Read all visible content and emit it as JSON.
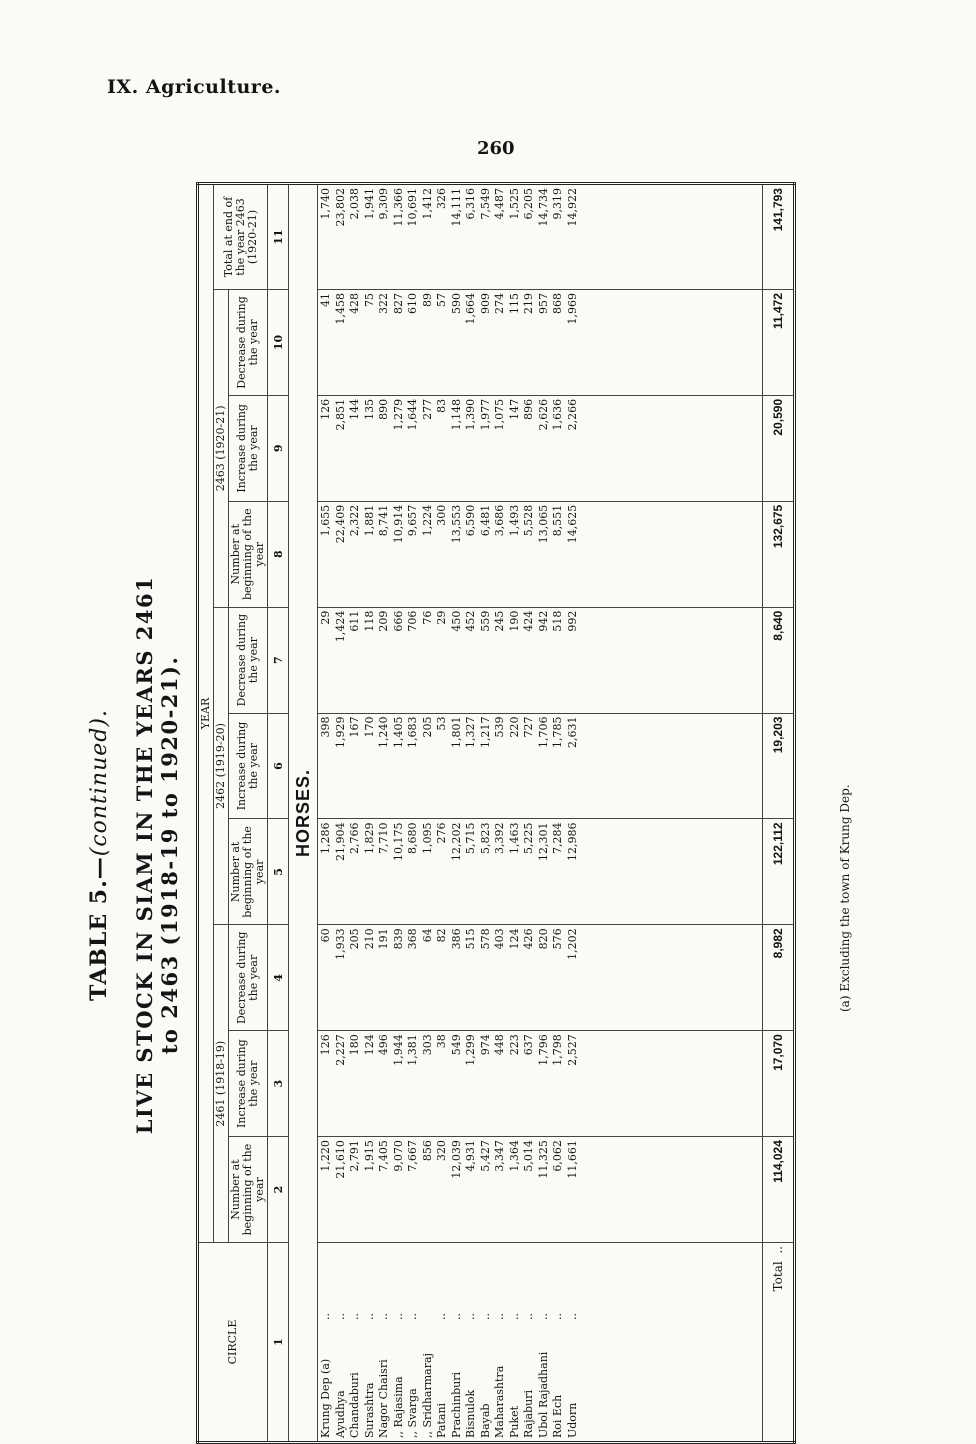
{
  "section_title": "IX. Agriculture.",
  "page_number": "260",
  "table_label": "TABLE 5.—",
  "table_label_continued": "(continued).",
  "table_title": "LIVE STOCK IN SIAM IN THE YEARS 2461 to 2463 (1918-19 to 1920-21).",
  "footnote": "(a)  Excluding the town of Krung Dep.",
  "headers": {
    "circle": "CIRCLE",
    "year": "YEAR",
    "y2461": "2461 (1918-19)",
    "y2462": "2462 (1919-20)",
    "y2463": "2463 (1920-21)",
    "total_end": "Total at end of the year 2463 (1920-21)",
    "number_beginning": "Number at beginning of the year",
    "increase": "Increase during the year",
    "decrease": "Decrease during the year",
    "col_index": [
      "1",
      "2",
      "3",
      "4",
      "5",
      "6",
      "7",
      "8",
      "9",
      "10",
      "11"
    ]
  },
  "band_label": "HORSES.",
  "circles": [
    "Krung Dep (a)",
    "Ayudhya",
    "Chandaburi",
    "Surashtra",
    "Nagor Chaisri",
    ",,  Rajasima",
    ",,  Svarga",
    ",,  Sridharmaraj",
    "Patani",
    "Prachinburi",
    "Bisnulok",
    "Bayab",
    "Maharashtra",
    "Puket",
    "Rajaburi",
    "Ubol Rajadhani",
    "Roi Ech",
    "Udorn"
  ],
  "circle_dots": [
    "..",
    "..",
    "..",
    "..",
    "..",
    "..",
    "..",
    "",
    "..",
    "..",
    "..",
    "..",
    "..",
    "..",
    "..",
    "..",
    "..",
    ".."
  ],
  "columns": {
    "c2": [
      "1,220",
      "21,610",
      "2,791",
      "1,915",
      "7,405",
      "9,070",
      "7,667",
      "856",
      "320",
      "12,039",
      "4,931",
      "5,427",
      "3,347",
      "1,364",
      "5,014",
      "11,325",
      "6,062",
      "11,661"
    ],
    "c3": [
      "126",
      "2,227",
      "180",
      "124",
      "496",
      "1,944",
      "1,381",
      "303",
      "38",
      "549",
      "1,299",
      "974",
      "448",
      "223",
      "637",
      "1,796",
      "1,798",
      "2,527"
    ],
    "c4": [
      "60",
      "1,933",
      "205",
      "210",
      "191",
      "839",
      "368",
      "64",
      "82",
      "386",
      "515",
      "578",
      "403",
      "124",
      "426",
      "820",
      "576",
      "1,202"
    ],
    "c5": [
      "1,286",
      "21,904",
      "2,766",
      "1,829",
      "7,710",
      "10,175",
      "8,680",
      "1,095",
      "276",
      "12,202",
      "5,715",
      "5,823",
      "3,392",
      "1,463",
      "5,225",
      "12,301",
      "7,284",
      "12,986"
    ],
    "c6": [
      "398",
      "1,929",
      "167",
      "170",
      "1,240",
      "1,405",
      "1,683",
      "205",
      "53",
      "1,801",
      "1,327",
      "1,217",
      "539",
      "220",
      "727",
      "1,706",
      "1,785",
      "2,631"
    ],
    "c7": [
      "29",
      "1,424",
      "611",
      "118",
      "209",
      "666",
      "706",
      "76",
      "29",
      "450",
      "452",
      "559",
      "245",
      "190",
      "424",
      "942",
      "518",
      "992"
    ],
    "c8": [
      "1,655",
      "22,409",
      "2,322",
      "1,881",
      "8,741",
      "10,914",
      "9,657",
      "1,224",
      "300",
      "13,553",
      "6,590",
      "6,481",
      "3,686",
      "1,493",
      "5,528",
      "13,065",
      "8,551",
      "14,625"
    ],
    "c9": [
      "126",
      "2,851",
      "144",
      "135",
      "890",
      "1,279",
      "1,644",
      "277",
      "83",
      "1,148",
      "1,390",
      "1,977",
      "1,075",
      "147",
      "896",
      "2,626",
      "1,636",
      "2,266"
    ],
    "c10": [
      "41",
      "1,458",
      "428",
      "75",
      "322",
      "827",
      "610",
      "89",
      "57",
      "590",
      "1,664",
      "909",
      "274",
      "115",
      "219",
      "957",
      "868",
      "1,969"
    ],
    "c11": [
      "1,740",
      "23,802",
      "2,038",
      "1,941",
      "9,309",
      "11,366",
      "10,691",
      "1,412",
      "326",
      "14,111",
      "6,316",
      "7,549",
      "4,487",
      "1,525",
      "6,205",
      "14,734",
      "9,319",
      "14,922"
    ]
  },
  "totals": {
    "label": "Total",
    "dots": "..",
    "c2": "114,024",
    "c3": "17,070",
    "c4": "8,982",
    "c5": "122,112",
    "c6": "19,203",
    "c7": "8,640",
    "c8": "132,675",
    "c9": "20,590",
    "c10": "11,472",
    "c11": "141,793"
  }
}
